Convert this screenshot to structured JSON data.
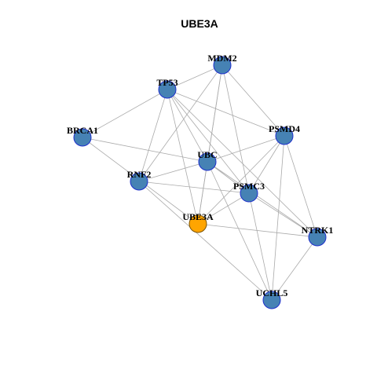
{
  "title": "UBE3A",
  "colors": {
    "node_fill": "#4682B4",
    "node_stroke": "#1E2FCC",
    "query_fill": "#FFA500",
    "query_stroke": "#7A5200",
    "edge": "#AAAAAA"
  },
  "nodes": [
    {
      "id": "MDM2",
      "label": "MDM2",
      "query": false
    },
    {
      "id": "TP53",
      "label": "TP53",
      "query": false
    },
    {
      "id": "BRCA1",
      "label": "BRCA1",
      "query": false
    },
    {
      "id": "PSMD4",
      "label": "PSMD4",
      "query": false
    },
    {
      "id": "UBC",
      "label": "UBC",
      "query": false
    },
    {
      "id": "RNF2",
      "label": "RNF2",
      "query": false
    },
    {
      "id": "PSMC3",
      "label": "PSMC3",
      "query": false
    },
    {
      "id": "UBE3A",
      "label": "UBE3A",
      "query": true
    },
    {
      "id": "NTRK1",
      "label": "NTRK1",
      "query": false
    },
    {
      "id": "UCHL5",
      "label": "UCHL5",
      "query": false
    }
  ],
  "edges": [
    [
      "MDM2",
      "TP53"
    ],
    [
      "MDM2",
      "PSMD4"
    ],
    [
      "MDM2",
      "UBC"
    ],
    [
      "MDM2",
      "RNF2"
    ],
    [
      "MDM2",
      "PSMC3"
    ],
    [
      "MDM2",
      "UBE3A"
    ],
    [
      "TP53",
      "BRCA1"
    ],
    [
      "TP53",
      "PSMD4"
    ],
    [
      "TP53",
      "UBC"
    ],
    [
      "TP53",
      "RNF2"
    ],
    [
      "TP53",
      "PSMC3"
    ],
    [
      "TP53",
      "UBE3A"
    ],
    [
      "TP53",
      "NTRK1"
    ],
    [
      "BRCA1",
      "UBC"
    ],
    [
      "BRCA1",
      "UBE3A"
    ],
    [
      "PSMD4",
      "UBC"
    ],
    [
      "PSMD4",
      "PSMC3"
    ],
    [
      "PSMD4",
      "UBE3A"
    ],
    [
      "PSMD4",
      "NTRK1"
    ],
    [
      "PSMD4",
      "UCHL5"
    ],
    [
      "UBC",
      "RNF2"
    ],
    [
      "UBC",
      "PSMC3"
    ],
    [
      "UBC",
      "UBE3A"
    ],
    [
      "UBC",
      "NTRK1"
    ],
    [
      "UBC",
      "UCHL5"
    ],
    [
      "RNF2",
      "PSMC3"
    ],
    [
      "RNF2",
      "UCHL5"
    ],
    [
      "PSMC3",
      "UBE3A"
    ],
    [
      "PSMC3",
      "NTRK1"
    ],
    [
      "PSMC3",
      "UCHL5"
    ],
    [
      "UBE3A",
      "NTRK1"
    ],
    [
      "NTRK1",
      "UCHL5"
    ]
  ]
}
